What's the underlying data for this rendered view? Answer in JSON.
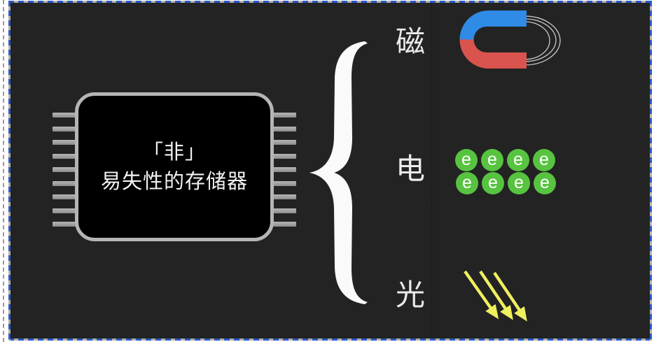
{
  "canvas": {
    "page_background": "#ffffff",
    "slide_background": "#232323",
    "selection_ant_blue": "#2b5ac8",
    "selection_ant_tan": "#b9b2a6",
    "margin_guide_color": "#9b9b9b"
  },
  "chip": {
    "line1": "「非」",
    "line2": "易失性的存储器",
    "body_color": "#000000",
    "border_color": "#b5b5b5",
    "pin_color": "#9d9d9d",
    "pins_per_side": 9,
    "text_color": "#f2f2f2"
  },
  "brace": {
    "color": "#fafafa"
  },
  "branches": [
    {
      "label": "磁",
      "icon": "horseshoe-magnet-icon"
    },
    {
      "label": "电",
      "icon": "electrons-icon"
    },
    {
      "label": "光",
      "icon": "light-rays-icon"
    }
  ],
  "magnet_icon": {
    "blue": "#2f8be6",
    "red": "#d9544f",
    "field_line_color": "#c9c9c9",
    "field_line_count": 3
  },
  "electrons_icon": {
    "symbol": "e",
    "fill": "#57c340",
    "symbol_color": "#ffffff",
    "rows": 2,
    "cols": 4
  },
  "light_icon": {
    "color": "#f0f05f",
    "arrow_count": 3
  },
  "label_color": "#ebebeb"
}
